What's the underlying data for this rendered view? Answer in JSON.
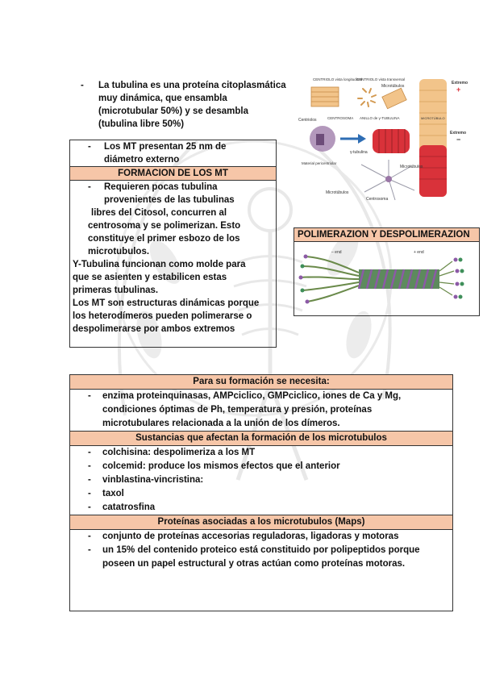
{
  "intro": {
    "bullet": "-",
    "lines": [
      "La tubulina es una proteína citoplasmática",
      "muy dinámica, que ensambla",
      "(microtubular 50%) y se desambla",
      "(tubulina libre 50%)"
    ]
  },
  "box1": {
    "top_item": [
      "Los MT presentan 25 nm de",
      "diámetro externo"
    ],
    "header": "FORMACION DE LOS MT",
    "item2_lines": [
      "Requieren pocas tubulina",
      "provenientes de las tubulinas",
      "libres del Citosol, concurren al",
      "centrosoma y se polimerizan. Esto",
      "constituye el primer esbozo de los",
      "microtubulos."
    ],
    "para_lines": [
      "Y-Tubulina funcionan como molde para",
      "que se asienten y estabilicen estas",
      "primeras tubulinas.",
      "Los MT son estructuras dinámicas porque",
      "los heterodímeros pueden polimerarse o",
      "despolimerarse por ambos extremos"
    ]
  },
  "figure": {
    "labels": {
      "centriolo_long": "CENTRIOLO vista longitudinal",
      "centriolo_trans": "CENTRIOLO vista transversal",
      "microtubulos": "Microtúbulos",
      "extremo_plus": "Extremo",
      "plus": "+",
      "centriolos": "Centriolos",
      "centrosoma": "CENTROSOMA",
      "anillo": "ANILLO de γ-TUBULINA",
      "microtubulo": "MICROTÚBULO",
      "extremo_minus": "Extremo",
      "minus": "−",
      "y_tubulina": "γ-tubulina",
      "material": "Material pericentriolar",
      "microtubulos2": "Microtúbulos",
      "microtubulos3": "Microtúbulos",
      "centrosoma2": "Centrosoma"
    },
    "colors": {
      "tube_top": "#f2c48a",
      "tube_bottom": "#d9323a",
      "centrosome": "#9a76a6"
    }
  },
  "poly": {
    "header": "POLIMERAZION Y DESPOLIMERAZION",
    "end_minus": "– end",
    "end_plus": "+ end"
  },
  "box2": {
    "section1": {
      "header": "Para su formación se necesita:",
      "lines": [
        "enzima proteinquinasas, AMPciclico, GMPciclico, iones de Ca y Mg,",
        "condiciones óptimas de Ph, temperatura y presión, proteínas",
        "microtubulares relacionada a la unión de los dímeros."
      ]
    },
    "section2": {
      "header": "Sustancias que afectan la formación de los microtubulos",
      "items": [
        "colchisina: despolimeriza a los MT",
        "colcemid: produce los mismos efectos que el anterior",
        "vinblastina-vincristina:",
        "taxol",
        "catatrosfina"
      ]
    },
    "section3": {
      "header": "Proteínas asociadas a los microtubulos (Maps)",
      "item1": "conjunto de proteínas accesorias reguladoras, ligadoras y motoras",
      "item2_lines": [
        "un 15% del contenido proteico está constituido por polipeptidos porque",
        "poseen un papel estructural y otras actúan como proteínas motoras."
      ]
    }
  }
}
